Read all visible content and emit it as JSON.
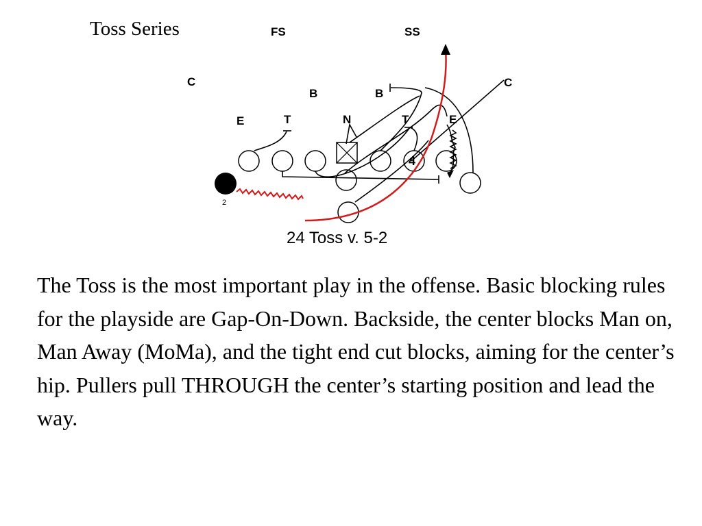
{
  "slide": {
    "title": "Toss Series",
    "body": "The Toss is the most important play in the offense. Basic blocking rules for the playside are Gap-On-Down. Backside, the center blocks Man on, Man Away (MoMa), and the tight end cut blocks, aiming for the center’s hip. Pullers pull THROUGH the center’s starting position and lead the way."
  },
  "diagram": {
    "caption": "24 Toss v. 5-2",
    "play_hole": "4",
    "runner_number": "2",
    "defense": {
      "fs": "FS",
      "ss": "SS",
      "corner_left": "C",
      "corner_right": "C",
      "backer_left": "B",
      "backer_right": "B",
      "end_left": "E",
      "end_right": "E",
      "tackle_left": "T",
      "tackle_right": "T",
      "nose": "N"
    },
    "colors": {
      "ball_path": "#d01c1c",
      "lines": "#000000"
    }
  }
}
